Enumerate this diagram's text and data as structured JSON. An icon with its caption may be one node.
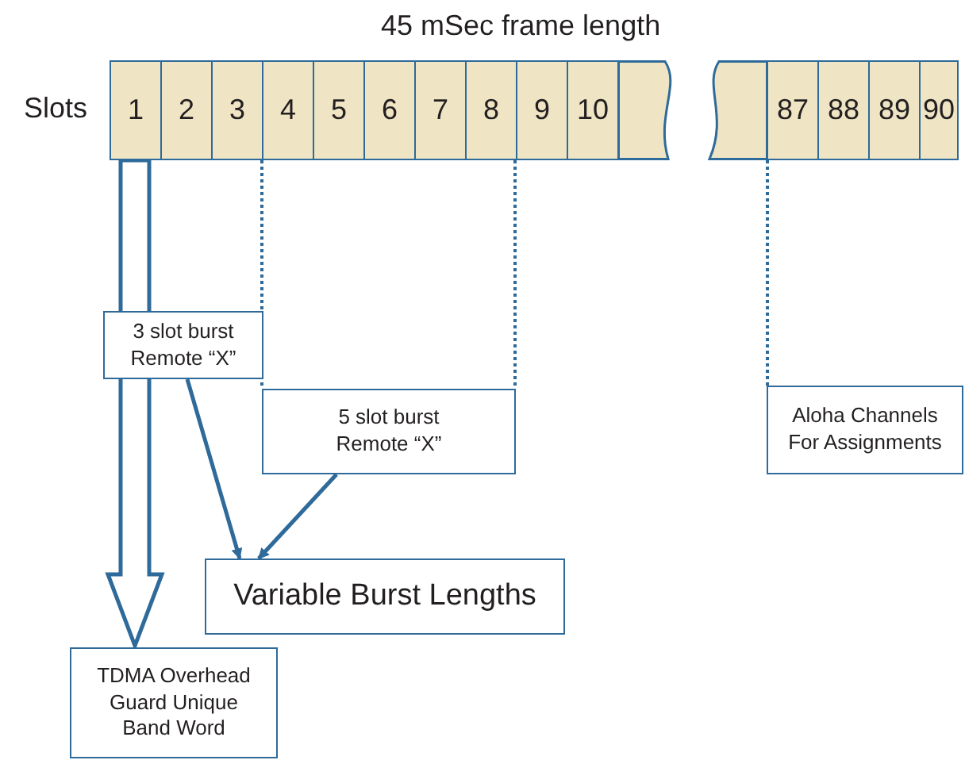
{
  "diagram": {
    "title": "45 mSec frame length",
    "nodes": [
      {
        "text": [
          "1"
        ]
      },
      {
        "text": [
          "2"
        ]
      },
      {
        "text": [
          "3"
        ]
      },
      {
        "text": [
          "4"
        ]
      },
      {
        "text": [
          "5"
        ]
      },
      {
        "text": [
          "6"
        ]
      },
      {
        "text": [
          "7"
        ]
      },
      {
        "text": [
          "8"
        ]
      },
      {
        "text": [
          "9"
        ]
      },
      {
        "text": [
          "10"
        ]
      },
      {
        "text": [],
        "shape": "box"
      },
      {
        "text": [],
        "shape": "box"
      },
      {
        "text": [
          "87"
        ]
      },
      {
        "text": [
          "88"
        ]
      },
      {
        "text": [
          "89"
        ]
      },
      {
        "text": [
          "90"
        ]
      },
      {
        "text": [
          "3 slot burst Remote “X”"
        ]
      },
      {
        "text": [
          "5 slot burst Remote “X”"
        ]
      },
      {
        "text": [
          "Aloha Channels For Assignments"
        ]
      },
      {
        "text": [
          "Variable Burst Lengths"
        ]
      },
      {
        "text": [
          "TDMA Overhead Guard Unique Band Word"
        ]
      }
    ],
    "edges": [
      {
        "from": 0,
        "to": 20,
        "arrow": "to",
        "style": "thick"
      },
      {
        "from": 16,
        "to": 19,
        "arrow": "to"
      },
      {
        "from": 17,
        "to": 19,
        "arrow": "to"
      },
      {
        "from": 3,
        "to": 17,
        "arrow": "none",
        "style": "dashed"
      },
      {
        "from": 7,
        "to": 17,
        "arrow": "none",
        "style": "dashed"
      },
      {
        "from": 12,
        "to": 18,
        "arrow": "none",
        "style": "dashed"
      }
    ],
    "labels": [
      "Slots"
    ]
  }
}
